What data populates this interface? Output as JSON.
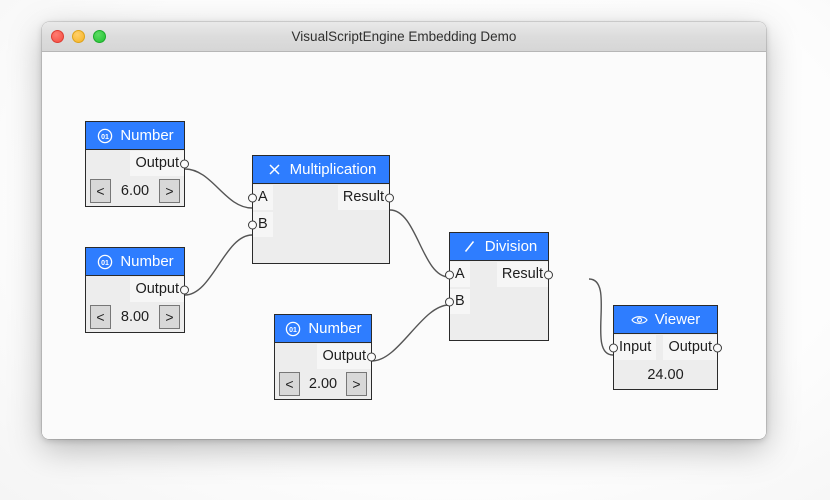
{
  "window": {
    "title": "VisualScriptEngine Embedding Demo",
    "traffic_lights": [
      {
        "name": "close",
        "color": "#ff5f57"
      },
      {
        "name": "minimize",
        "color": "#febc2e"
      },
      {
        "name": "maximize",
        "color": "#28c840"
      }
    ]
  },
  "theme": {
    "node_header_blue": "#2e7dff",
    "node_body": "#ededed",
    "slot_background": "#f6f6f6",
    "node_border": "#2a2a2a",
    "canvas_background": "#fbfbfb",
    "edge_color": "#555555"
  },
  "nodes": [
    {
      "id": "number-1",
      "title": "Number",
      "icon": "number-badge-icon",
      "icon_label": "01",
      "outputs": [
        "Output"
      ],
      "stepper": {
        "prev_label": "<",
        "value": "6.00",
        "next_label": ">"
      }
    },
    {
      "id": "number-2",
      "title": "Number",
      "icon": "number-badge-icon",
      "icon_label": "01",
      "outputs": [
        "Output"
      ],
      "stepper": {
        "prev_label": "<",
        "value": "8.00",
        "next_label": ">"
      }
    },
    {
      "id": "number-3",
      "title": "Number",
      "icon": "number-badge-icon",
      "icon_label": "01",
      "outputs": [
        "Output"
      ],
      "stepper": {
        "prev_label": "<",
        "value": "2.00",
        "next_label": ">"
      }
    },
    {
      "id": "multiplication",
      "title": "Multiplication",
      "icon": "multiply-icon",
      "inputs": [
        "A",
        "B"
      ],
      "outputs": [
        "Result"
      ]
    },
    {
      "id": "division",
      "title": "Division",
      "icon": "divide-slash-icon",
      "inputs": [
        "A",
        "B"
      ],
      "outputs": [
        "Result"
      ]
    },
    {
      "id": "viewer",
      "title": "Viewer",
      "icon": "eye-icon",
      "inputs": [
        "Input"
      ],
      "outputs": [
        "Output"
      ],
      "value": "24.00"
    }
  ],
  "connections": [
    {
      "from": "number-1.Output",
      "to": "multiplication.A"
    },
    {
      "from": "number-2.Output",
      "to": "multiplication.B"
    },
    {
      "from": "multiplication.Result",
      "to": "division.A"
    },
    {
      "from": "number-3.Output",
      "to": "division.B"
    },
    {
      "from": "division.Result",
      "to": "viewer.Input"
    }
  ]
}
